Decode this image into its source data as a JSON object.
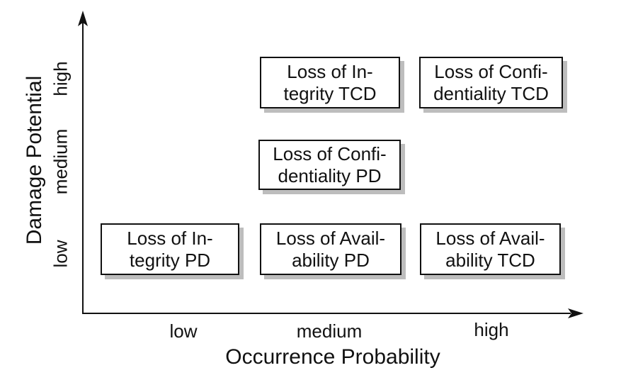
{
  "figure": {
    "x_axis": {
      "title": "Occurrence Probability",
      "tick_labels": [
        "low",
        "medium",
        "high"
      ]
    },
    "y_axis": {
      "title": "Damage Potential",
      "tick_labels": [
        "low",
        "medium",
        "high"
      ]
    },
    "boxes": [
      {
        "label": "Loss of In-\ntegrity TCD",
        "occurrence_probability": "medium",
        "damage_potential": "high"
      },
      {
        "label": "Loss of Confi-\ndentiality TCD",
        "occurrence_probability": "high",
        "damage_potential": "high"
      },
      {
        "label": "Loss of Confi-\ndentiality PD",
        "occurrence_probability": "medium",
        "damage_potential": "medium"
      },
      {
        "label": "Loss of In-\ntegrity PD",
        "occurrence_probability": "low",
        "damage_potential": "low"
      },
      {
        "label": "Loss of Avail-\nability PD",
        "occurrence_probability": "medium",
        "damage_potential": "low"
      },
      {
        "label": "Loss of Avail-\nability TCD",
        "occurrence_probability": "high",
        "damage_potential": "low"
      }
    ],
    "colors": {
      "axis_stroke": "#111111",
      "box_border": "#111111",
      "box_fill": "#ffffff",
      "box_shadow": "#bdbdbd",
      "background": "#ffffff"
    }
  }
}
